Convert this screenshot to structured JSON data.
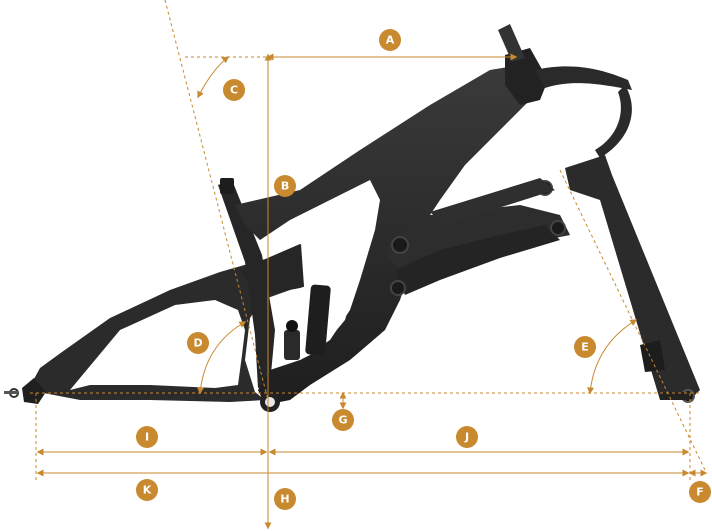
{
  "colors": {
    "accent": "#c8892f",
    "frame": "#2a2a2a",
    "frame_dark": "#1c1c1c",
    "frame_light": "#3b3b3b"
  },
  "markers": [
    {
      "id": "marker-a",
      "label": "A"
    },
    {
      "id": "marker-b",
      "label": "B"
    },
    {
      "id": "marker-c",
      "label": "C"
    },
    {
      "id": "marker-d",
      "label": "D"
    },
    {
      "id": "marker-e",
      "label": "E"
    },
    {
      "id": "marker-f",
      "label": "F"
    },
    {
      "id": "marker-g",
      "label": "G"
    },
    {
      "id": "marker-h",
      "label": "H"
    },
    {
      "id": "marker-i",
      "label": "I"
    },
    {
      "id": "marker-j",
      "label": "J"
    },
    {
      "id": "marker-k",
      "label": "K"
    }
  ]
}
